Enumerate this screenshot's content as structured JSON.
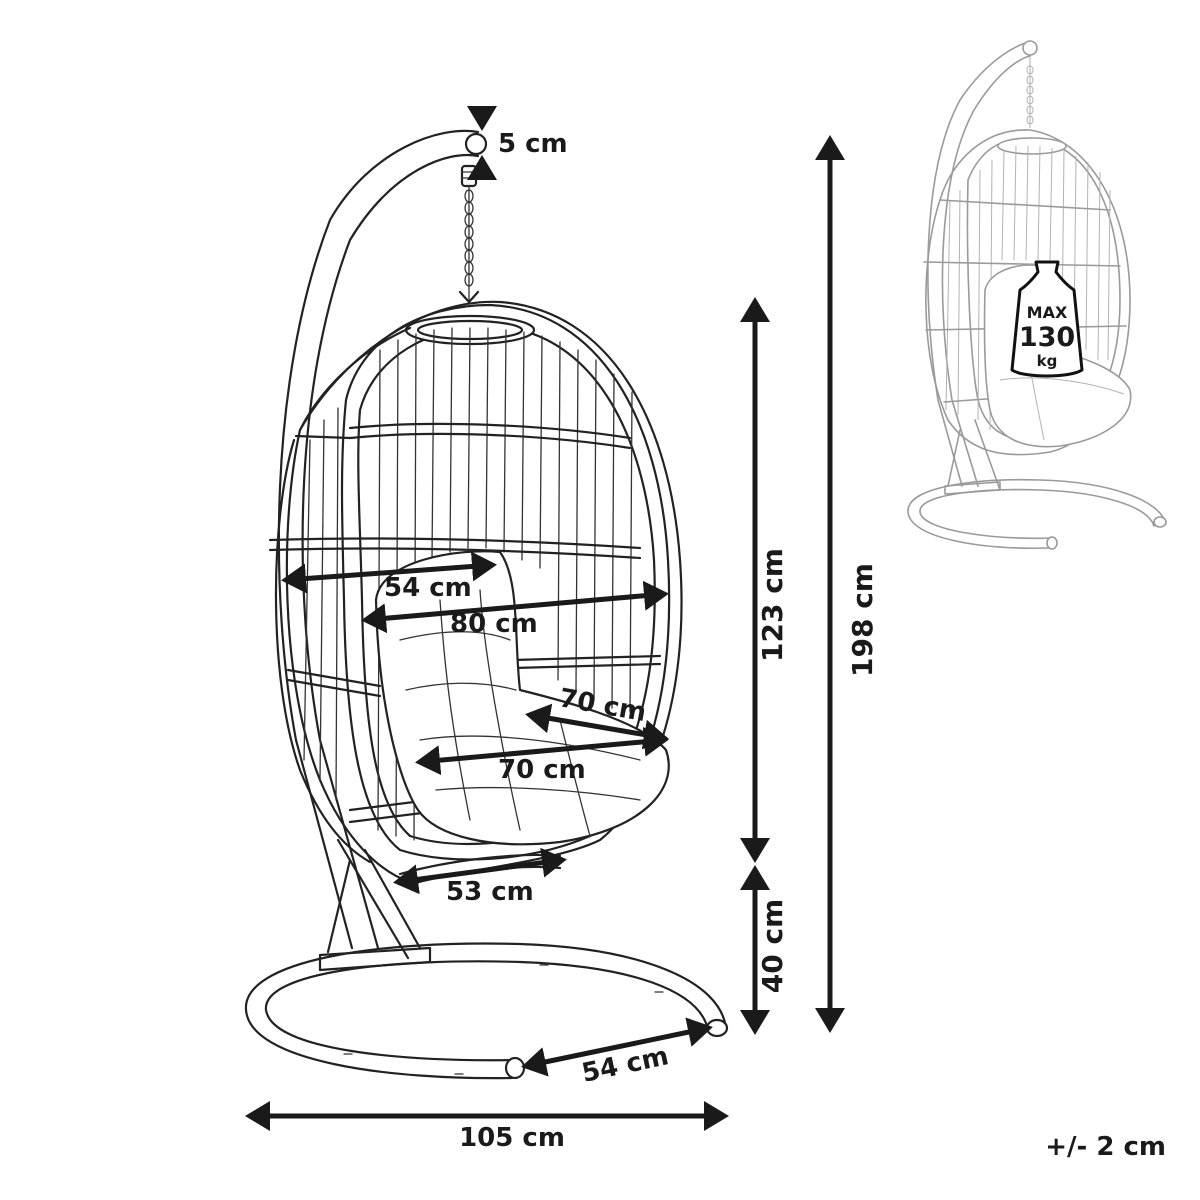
{
  "dimensions": {
    "chain_gap": "5 cm",
    "total_height": "198 cm",
    "basket_height": "123 cm",
    "seat_clearance": "40 cm",
    "upper_width": "54 cm",
    "inner_width": "80 cm",
    "seat_depth": "70 cm",
    "seat_width": "70 cm",
    "bottom_width": "53 cm",
    "base_depth": "54 cm",
    "base_width": "105 cm",
    "tolerance": "+/- 2 cm"
  },
  "weight_badge": {
    "line1": "MAX",
    "line2": "130",
    "line3": "kg"
  },
  "icons": {
    "main": "hanging-egg-chair-drawing",
    "thumbnail": "hanging-egg-chair-thumbnail",
    "weight": "weight-icon"
  }
}
